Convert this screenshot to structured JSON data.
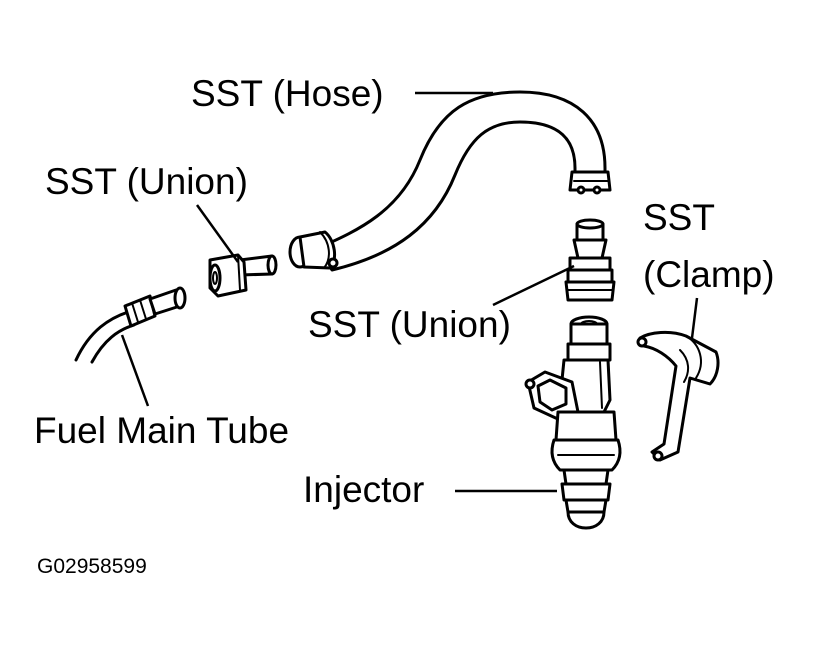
{
  "labels": {
    "sst_hose": "SST (Hose)",
    "sst_union_left": "SST (Union)",
    "sst_union_right": "SST (Union)",
    "sst_clamp_line1": "SST",
    "sst_clamp_line2": "(Clamp)",
    "fuel_main_tube": "Fuel Main Tube",
    "injector": "Injector",
    "figure_code": "G02958599"
  }
}
